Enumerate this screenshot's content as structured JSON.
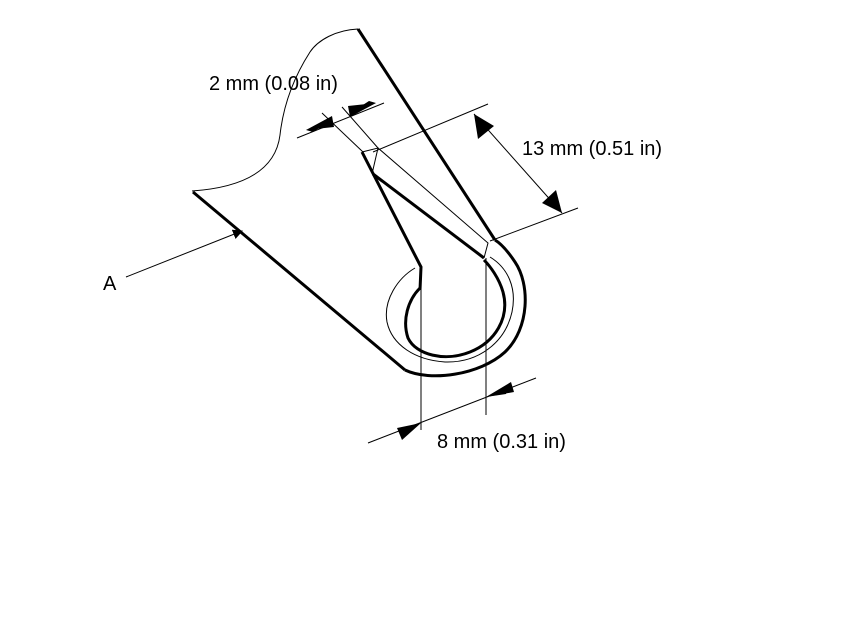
{
  "dimensions": {
    "gap": "2 mm (0.08 in)",
    "length": "13 mm (0.51 in)",
    "width": "8 mm (0.31 in)"
  },
  "callouts": {
    "a": "A"
  },
  "colors": {
    "line": "#000000",
    "background": "#ffffff"
  }
}
